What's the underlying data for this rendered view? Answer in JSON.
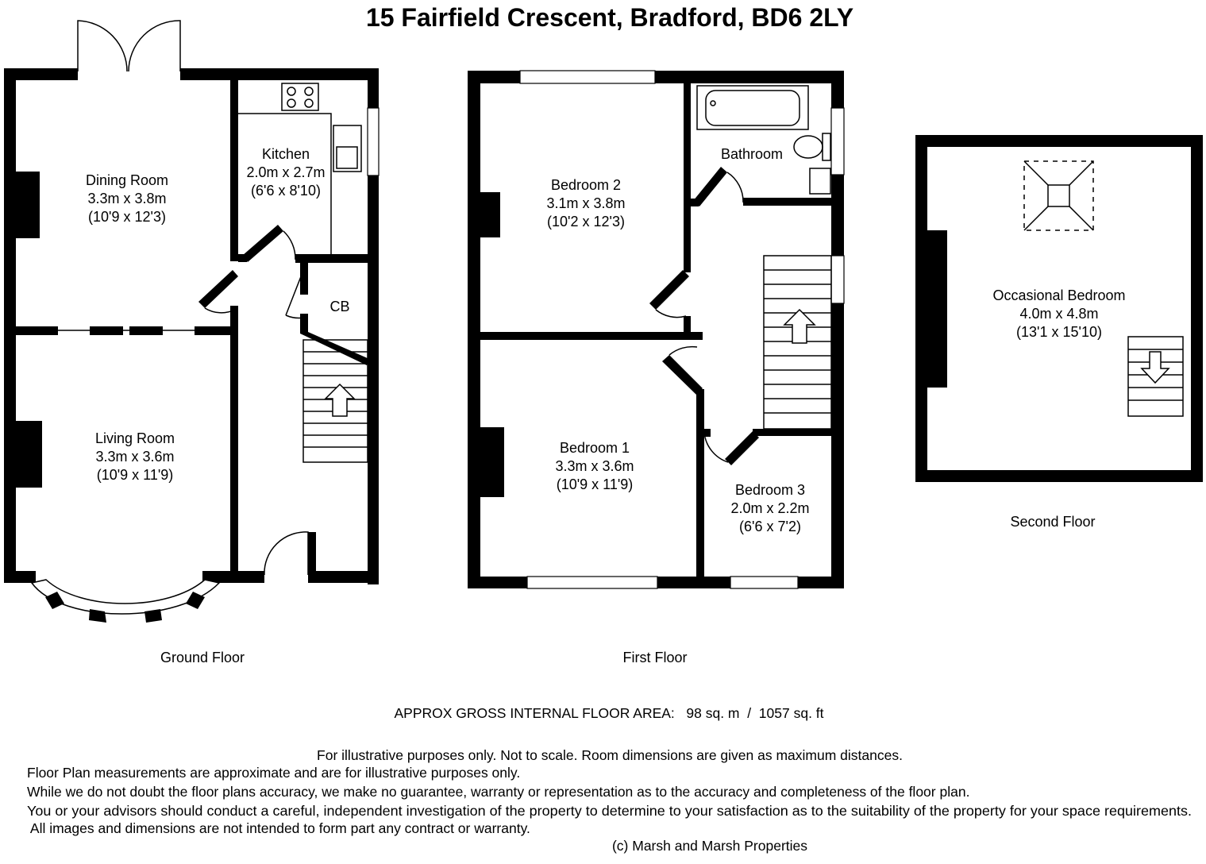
{
  "title": "15 Fairfield Crescent, Bradford, BD6 2LY",
  "floors": {
    "ground": "Ground Floor",
    "first": "First Floor",
    "second": "Second Floor"
  },
  "rooms": {
    "dining": {
      "name": "Dining Room",
      "metric": "3.3m x 3.8m",
      "imperial": "(10'9 x 12'3)"
    },
    "kitchen": {
      "name": "Kitchen",
      "metric": "2.0m x 2.7m",
      "imperial": "(6'6 x 8'10)"
    },
    "cb": {
      "name": "CB"
    },
    "living": {
      "name": "Living Room",
      "metric": "3.3m x 3.6m",
      "imperial": "(10'9 x 11'9)"
    },
    "bedroom2": {
      "name": "Bedroom 2",
      "metric": "3.1m x 3.8m",
      "imperial": "(10'2 x 12'3)"
    },
    "bathroom": {
      "name": "Bathroom"
    },
    "bedroom1": {
      "name": "Bedroom 1",
      "metric": "3.3m x 3.6m",
      "imperial": "(10'9 x 11'9)"
    },
    "bedroom3": {
      "name": "Bedroom 3",
      "metric": "2.0m x 2.2m",
      "imperial": "(6'6 x 7'2)"
    },
    "occasional": {
      "name": "Occasional Bedroom",
      "metric": "4.0m x 4.8m",
      "imperial": "(13'1 x 15'10)"
    }
  },
  "area": "APPROX GROSS INTERNAL FLOOR AREA:   98 sq. m  /  1057 sq. ft",
  "disclaimer": [
    "For illustrative purposes only.  Not to scale.  Room dimensions are given as maximum distances.",
    "Floor Plan measurements are approximate and are for illustrative purposes only.",
    "While we do not doubt the floor plans accuracy, we make no guarantee, warranty or representation as to the accuracy and completeness of the floor plan.",
    "You or your advisors should conduct a careful, independent investigation of the property to determine to your satisfaction as to the suitability of the property for your space requirements.",
    " All images and dimensions are not intended to form part any contract or warranty."
  ],
  "copyright": "(c) Marsh and Marsh Properties"
}
